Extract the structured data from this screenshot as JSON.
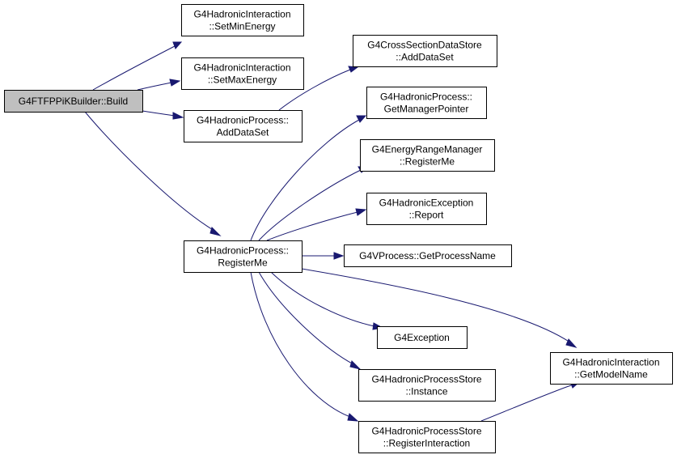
{
  "diagram": {
    "nodes": [
      {
        "id": "build",
        "lines": [
          "G4FTFPPiKBuilder::Build"
        ],
        "root": true
      },
      {
        "id": "setmin",
        "lines": [
          "G4HadronicInteraction",
          "::SetMinEnergy"
        ]
      },
      {
        "id": "setmax",
        "lines": [
          "G4HadronicInteraction",
          "::SetMaxEnergy"
        ]
      },
      {
        "id": "adddata",
        "lines": [
          "G4HadronicProcess::",
          "AddDataSet"
        ]
      },
      {
        "id": "register",
        "lines": [
          "G4HadronicProcess::",
          "RegisterMe"
        ]
      },
      {
        "id": "csadd",
        "lines": [
          "G4CrossSectionDataStore",
          "::AddDataSet"
        ]
      },
      {
        "id": "getmgr",
        "lines": [
          "G4HadronicProcess::",
          "GetManagerPointer"
        ]
      },
      {
        "id": "ermreg",
        "lines": [
          "G4EnergyRangeManager",
          "::RegisterMe"
        ]
      },
      {
        "id": "report",
        "lines": [
          "G4HadronicException",
          "::Report"
        ]
      },
      {
        "id": "procname",
        "lines": [
          "G4VProcess::GetProcessName"
        ]
      },
      {
        "id": "g4exc",
        "lines": [
          "G4Exception"
        ]
      },
      {
        "id": "instance",
        "lines": [
          "G4HadronicProcessStore",
          "::Instance"
        ]
      },
      {
        "id": "reginter",
        "lines": [
          "G4HadronicProcessStore",
          "::RegisterInteraction"
        ]
      },
      {
        "id": "modelname",
        "lines": [
          "G4HadronicInteraction",
          "::GetModelName"
        ]
      }
    ],
    "edges": [
      {
        "from": "build",
        "to": "setmin"
      },
      {
        "from": "build",
        "to": "setmax"
      },
      {
        "from": "build",
        "to": "adddata"
      },
      {
        "from": "build",
        "to": "register"
      },
      {
        "from": "adddata",
        "to": "csadd"
      },
      {
        "from": "register",
        "to": "getmgr"
      },
      {
        "from": "register",
        "to": "ermreg"
      },
      {
        "from": "register",
        "to": "report"
      },
      {
        "from": "register",
        "to": "procname"
      },
      {
        "from": "register",
        "to": "g4exc"
      },
      {
        "from": "register",
        "to": "instance"
      },
      {
        "from": "register",
        "to": "reginter"
      },
      {
        "from": "register",
        "to": "modelname"
      },
      {
        "from": "reginter",
        "to": "modelname"
      }
    ]
  },
  "colors": {
    "edge": "#191970",
    "root_fill": "#bfbfbf",
    "node_fill": "#ffffff",
    "node_border": "#000000"
  }
}
